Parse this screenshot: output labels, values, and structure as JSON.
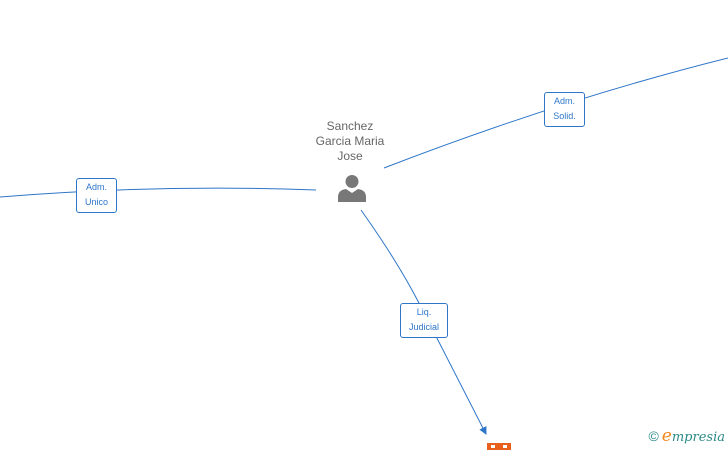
{
  "person": {
    "name_lines": [
      "Sanchez",
      "Garcia Maria",
      "Jose"
    ],
    "icon": "person-icon"
  },
  "edges": [
    {
      "label_lines": [
        "Adm.",
        "Unico"
      ]
    },
    {
      "label_lines": [
        "Adm.",
        "Solid."
      ]
    },
    {
      "label_lines": [
        "Liq.",
        "Judicial"
      ]
    }
  ],
  "company": {
    "icon": "building-icon",
    "color": "#e8601c"
  },
  "brand": {
    "copyright": "©",
    "initial": "e",
    "rest": "mpresia"
  },
  "colors": {
    "edge": "#2e76c8",
    "person_text": "#666666",
    "person_icon": "#787878",
    "brand_teal": "#2b8a86",
    "brand_orange": "#f08a1e"
  }
}
